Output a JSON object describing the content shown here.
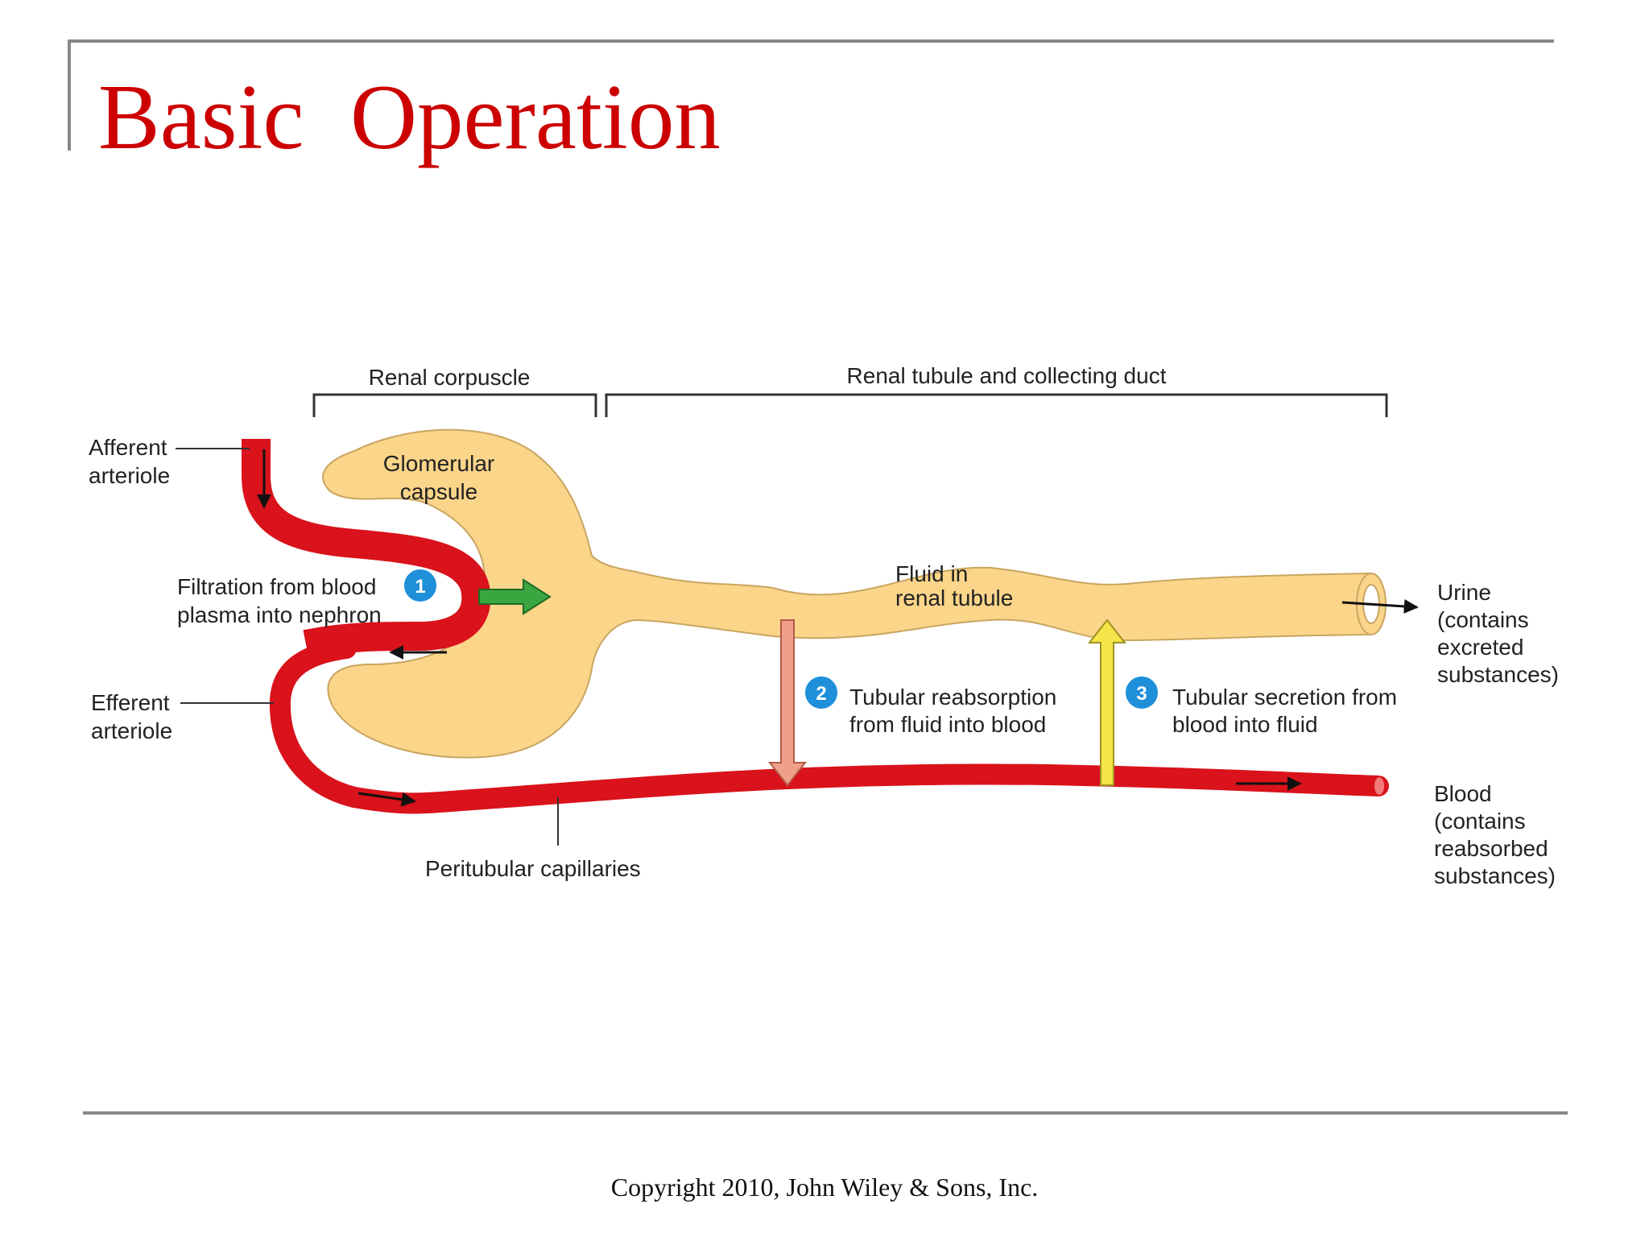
{
  "slide": {
    "title": "Basic  Operation",
    "copyright": "Copyright 2010, John Wiley & Sons, Inc."
  },
  "diagram": {
    "brackets": {
      "renal_corpuscle": "Renal corpuscle",
      "renal_tubule": "Renal tubule and collecting duct"
    },
    "labels": {
      "afferent_1": "Afferent",
      "afferent_2": "arteriole",
      "efferent_1": "Efferent",
      "efferent_2": "arteriole",
      "capsule_1": "Glomerular",
      "capsule_2": "capsule",
      "fluid_1": "Fluid in",
      "fluid_2": "renal tubule",
      "peritubular": "Peritubular capillaries",
      "urine_1": "Urine",
      "urine_2": "(contains",
      "urine_3": "excreted",
      "urine_4": "substances)",
      "blood_1": "Blood",
      "blood_2": "(contains",
      "blood_3": "reabsorbed",
      "blood_4": "substances)"
    },
    "steps": [
      {
        "number": "1",
        "line1": "Filtration from blood",
        "line2": "plasma into nephron"
      },
      {
        "number": "2",
        "line1": "Tubular reabsorption",
        "line2": "from fluid into blood"
      },
      {
        "number": "3",
        "line1": "Tubular secretion from",
        "line2": "blood into fluid"
      }
    ],
    "colors": {
      "title": "#cc0000",
      "blood_vessel": "#d9121b",
      "tubule": "#fbd58a",
      "tubule_outline": "#c9a560",
      "filtration_arrow": "#3aa640",
      "reabsorption_arrow": "#f0a08a",
      "secretion_arrow": "#f5e44a",
      "step_circle": "#1e8fd8"
    }
  }
}
